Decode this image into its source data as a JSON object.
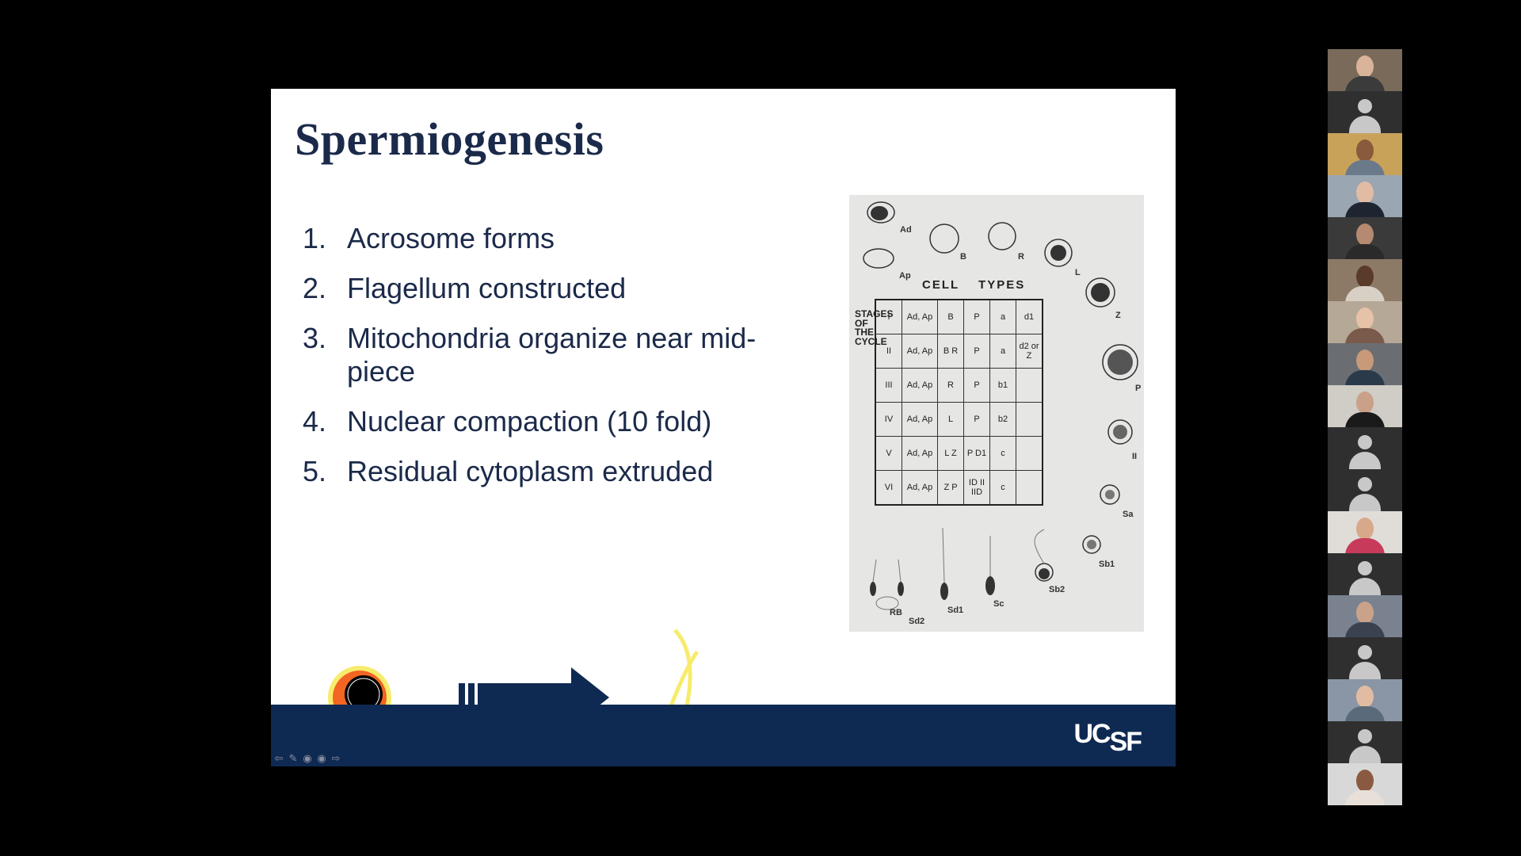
{
  "slide": {
    "title": "Spermiogenesis",
    "steps": [
      {
        "num": "1.",
        "text": "Acrosome forms"
      },
      {
        "num": "2.",
        "text": "Flagellum constructed"
      },
      {
        "num": "3.",
        "text": "Mitochondria organize near mid-piece"
      },
      {
        "num": "4.",
        "text": "Nuclear compaction (10 fold)"
      },
      {
        "num": "5.",
        "text": "Residual cytoplasm extruded"
      }
    ],
    "logo": {
      "uc": "UC",
      "sf": "SF"
    },
    "colors": {
      "navy": "#0f2a52",
      "title": "#1b2a4a",
      "acrosome": "#f26522",
      "cell_yellow": "#f7ec6b"
    }
  },
  "figure": {
    "heading": "CELL TYPES",
    "stage_label": "STAGES OF THE CYCLE",
    "cell_labels": [
      "Ad",
      "Ap",
      "B",
      "R",
      "L",
      "Z",
      "P",
      "II",
      "Sa",
      "Sb1",
      "Sb2",
      "Sc",
      "Sd1",
      "Sd2",
      "RB"
    ],
    "table": [
      [
        "I",
        "Ad, Ap",
        "B",
        "P",
        "a",
        "d1"
      ],
      [
        "II",
        "Ad, Ap",
        "B R",
        "P",
        "a",
        "d2 or Z"
      ],
      [
        "III",
        "Ad, Ap",
        "R",
        "P",
        "b1",
        ""
      ],
      [
        "IV",
        "Ad, Ap",
        "L",
        "P",
        "b2",
        ""
      ],
      [
        "V",
        "Ad, Ap",
        "L Z",
        "P D1",
        "c",
        ""
      ],
      [
        "VI",
        "Ad, Ap",
        "Z P",
        "ID II IID",
        "c",
        ""
      ]
    ]
  },
  "slide_nav": [
    "prev-icon",
    "pen-icon",
    "options-icon",
    "zoom-icon",
    "next-icon"
  ],
  "participants": [
    {
      "type": "video",
      "bg": "#7a6a5a",
      "skin": "#d9b49a",
      "shirt": "#3b3b3b"
    },
    {
      "type": "default"
    },
    {
      "type": "video",
      "bg": "#c9a25a",
      "skin": "#8a5a3c",
      "shirt": "#6a7a8a"
    },
    {
      "type": "video",
      "bg": "#9aa6b2",
      "skin": "#e1bca3",
      "shirt": "#1f2530"
    },
    {
      "type": "video",
      "bg": "#3a3a3a",
      "skin": "#b58a70",
      "shirt": "#2a2a2a"
    },
    {
      "type": "video",
      "bg": "#8c7a66",
      "skin": "#5a3a28",
      "shirt": "#d8d0c4"
    },
    {
      "type": "video",
      "bg": "#b6a896",
      "skin": "#e6c2a8",
      "shirt": "#7a5a4a"
    },
    {
      "type": "video",
      "bg": "#6a6e72",
      "skin": "#c89a7a",
      "shirt": "#2a3a4a"
    },
    {
      "type": "video",
      "bg": "#d0ccc6",
      "skin": "#caa088",
      "shirt": "#1a1a1a"
    },
    {
      "type": "default"
    },
    {
      "type": "default"
    },
    {
      "type": "video",
      "bg": "#e0dcd8",
      "skin": "#d8a88a",
      "shirt": "#c83a5a"
    },
    {
      "type": "default"
    },
    {
      "type": "video",
      "bg": "#7a8290",
      "skin": "#caa28a",
      "shirt": "#3a4250"
    },
    {
      "type": "default"
    },
    {
      "type": "video",
      "bg": "#8a96a6",
      "skin": "#e2bca2",
      "shirt": "#5a6a7a"
    },
    {
      "type": "default"
    },
    {
      "type": "video",
      "bg": "#d8d8d8",
      "skin": "#8a5a40",
      "shirt": "#e8e0d8"
    }
  ]
}
